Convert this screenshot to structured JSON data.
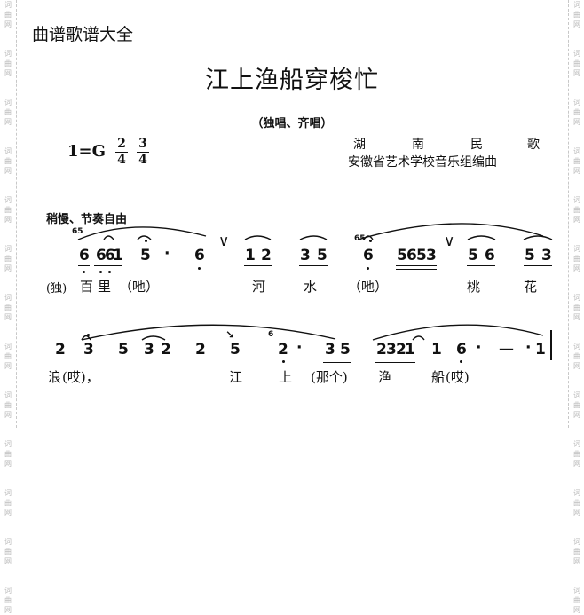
{
  "side_watermark": [
    "词",
    "曲",
    "网",
    "词",
    "曲",
    "网",
    "词",
    "曲",
    "网",
    "词",
    "曲",
    "网",
    "词",
    "曲",
    "网",
    "词",
    "曲",
    "网",
    "词",
    "曲",
    "网",
    "词",
    "曲",
    "网",
    "词",
    "曲",
    "网",
    "词",
    "曲",
    "网",
    "词",
    "曲",
    "网",
    "词",
    "曲",
    "网",
    "词",
    "曲",
    "网"
  ],
  "site_name": "曲谱歌谱大全",
  "title": "江上渔船穿梭忙",
  "subtitle": "（独唱、齐唱）",
  "key": "1=G",
  "time_sig_1": {
    "num": "2",
    "den": "4"
  },
  "time_sig_2": {
    "num": "3",
    "den": "4"
  },
  "credit_1": [
    "湖",
    "南",
    "民",
    "歌"
  ],
  "credit_2": "安徽省艺术学校音乐组编曲",
  "tempo": "稍慢、节奏自由",
  "breath_mark": "∨",
  "grace_65": "65",
  "grace_6": "6",
  "grace_3": "3",
  "row1": {
    "notes": [
      "6",
      "6",
      "6",
      "1",
      "5",
      "·",
      "6",
      "1",
      "2",
      "3",
      "5",
      "6",
      "5",
      "6",
      "5",
      "3",
      "5",
      "6",
      "5",
      "3"
    ],
    "lyrics": [
      "(独)",
      "百",
      "里",
      "（吔）",
      "河",
      "水",
      "（吔）",
      "桃",
      "花"
    ]
  },
  "row2": {
    "notes": [
      "2",
      "3",
      "5",
      "3",
      "2",
      "2",
      "5",
      "2",
      "·",
      "3",
      "5",
      "2",
      "3",
      "2",
      "1",
      "1",
      "6",
      "·",
      "—",
      "·",
      "1"
    ],
    "lyrics": [
      "浪",
      "(哎)，",
      "江",
      "上",
      "(那个)",
      "渔",
      "船",
      "(哎)"
    ]
  }
}
